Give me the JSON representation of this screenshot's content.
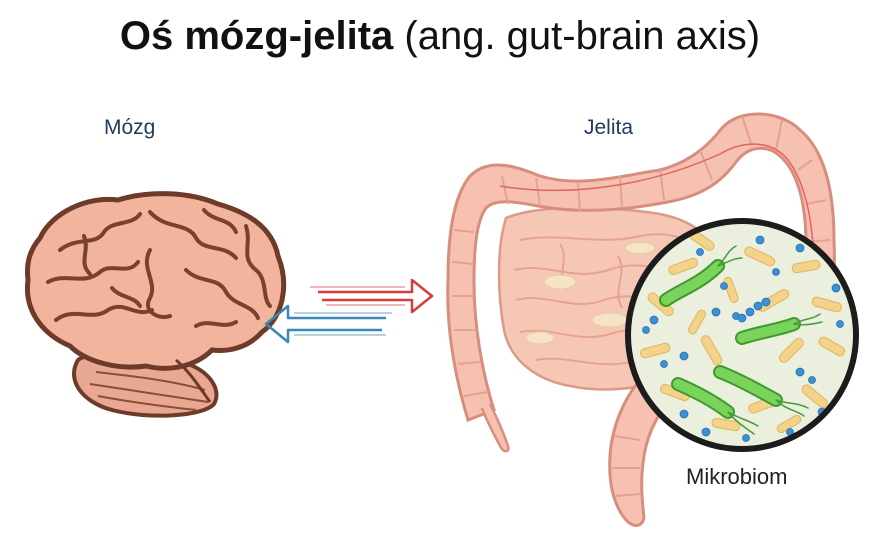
{
  "title": {
    "bold": "Oś mózg-jelita",
    "rest": " (ang. gut-brain axis)"
  },
  "labels": {
    "brain": "Mózg",
    "gut": "Jelita",
    "microbiome": "Mikrobiom"
  },
  "colors": {
    "brain_fill": "#f2b49c",
    "brain_outline": "#6e3a2a",
    "gut_fill": "#f6c1b0",
    "gut_outline": "#d88e7e",
    "arrow_red": "#d93a3a",
    "arrow_blue": "#3a88b8",
    "bacteria_green": "#6cc84a",
    "bacteria_yellow": "#f3d38a",
    "bacteria_blue": "#3d8fd6",
    "lens_bg": "#eaf0dd",
    "lens_rim": "#1c1c1c"
  },
  "icons": [
    "brain-icon",
    "intestines-icon",
    "microbiome-lens-icon",
    "arrow-right-icon",
    "arrow-left-icon"
  ]
}
